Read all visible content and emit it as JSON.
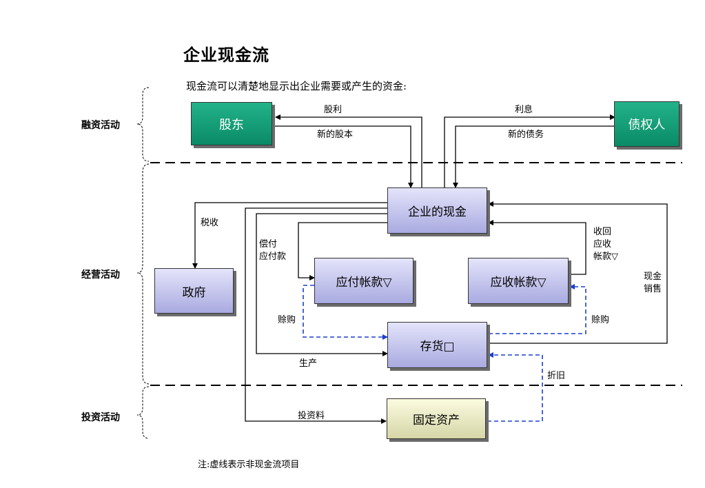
{
  "title": "企业现金流",
  "subtitle": "现金流可以清楚地显示出企业需要或产生的资金:",
  "note": "注:虚线表示非现金流项目",
  "sections": {
    "financing": "融资活动",
    "operating": "经营活动",
    "investing": "投资活动"
  },
  "nodes": {
    "shareholders": "股东",
    "creditors": "债权人",
    "company_cash": "企业的现金",
    "government": "政府",
    "payables": "应付帐款▽",
    "receivables": "应收帐款▽",
    "inventory": "存货□",
    "fixed_assets": "固定资产"
  },
  "edges": {
    "dividends": "股利",
    "new_equity": "新的股本",
    "interest": "利息",
    "new_debt": "新的债务",
    "taxes": "税收",
    "pay_payables_1": "偿付",
    "pay_payables_2": "应付款",
    "collect_1": "收回",
    "collect_2": "应收",
    "collect_3": "帐款▽",
    "cash_sales_1": "现金",
    "cash_sales_2": "销售",
    "credit_purchase": "赊购",
    "credit_sale": "赊购",
    "production": "生产",
    "depreciation": "折旧",
    "investment": "投资料"
  },
  "colors": {
    "green_box": "#0f9a74",
    "purple_box": "#b9b9ea",
    "yellow_box": "#e9e9c4",
    "dashed_flow": "#1a3fcf"
  }
}
